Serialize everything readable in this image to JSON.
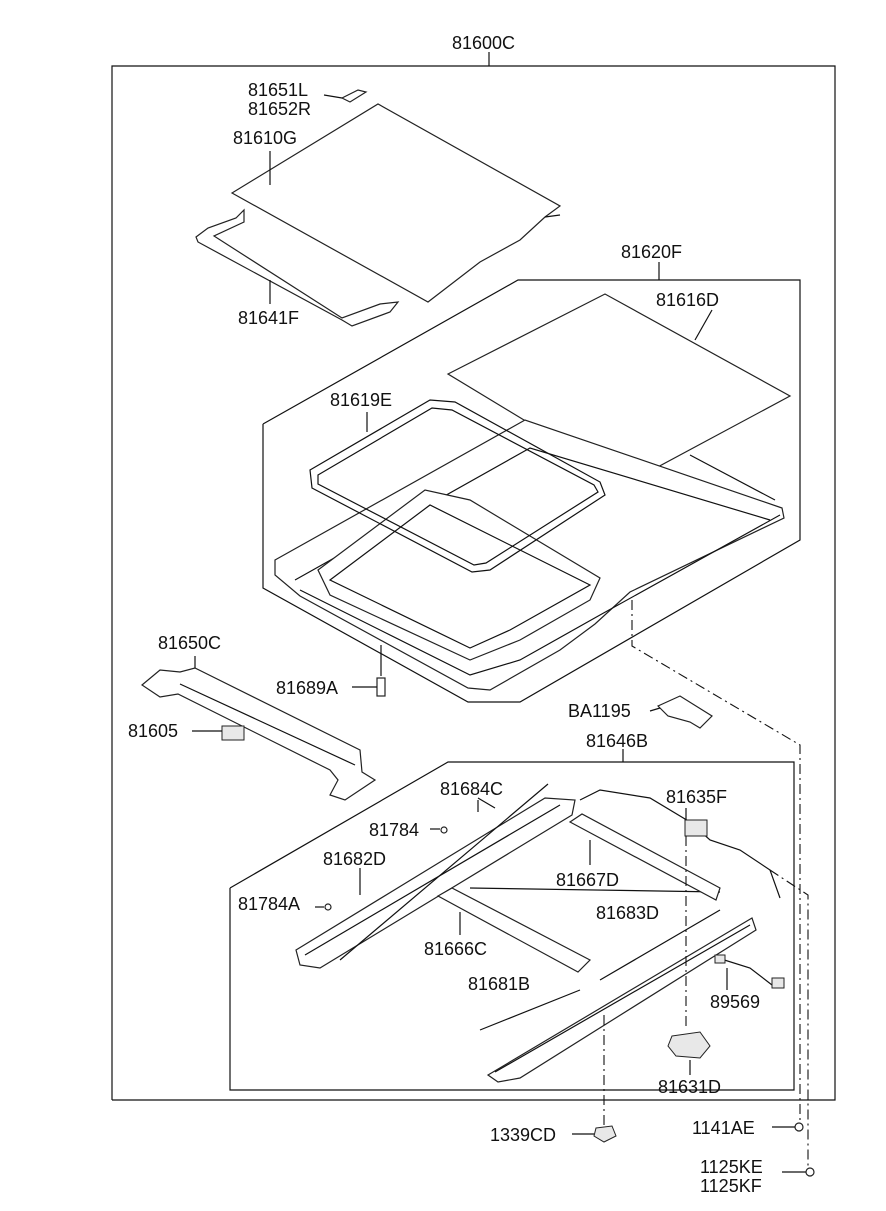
{
  "labels": {
    "assembly": "81600C",
    "glass_clip_l": "81651L",
    "glass_clip_r": "81652R",
    "glass": "81610G",
    "glass_seal": "81641F",
    "frame_assy": "81620F",
    "sunshade": "81616D",
    "weatherstrip": "81619E",
    "rear_bracket": "81650C",
    "drain_hose": "81689A",
    "bracket_small": "81605",
    "bracket_ba": "BA1195",
    "rail_assy": "81646B",
    "rail_left_cable": "81684C",
    "screw_81784": "81784",
    "guide_81682d": "81682D",
    "screw_81784a": "81784A",
    "link_81667d": "81667D",
    "link_81666c": "81666C",
    "cable_81635f": "81635F",
    "guide_81683d": "81683D",
    "cable_81681b": "81681B",
    "wiring_89569": "89569",
    "motor": "81631D",
    "grommet": "1339CD",
    "bolt_1141ae": "1141AE",
    "bolt_1125ke": "1125KE",
    "bolt_1125kf": "1125KF"
  }
}
